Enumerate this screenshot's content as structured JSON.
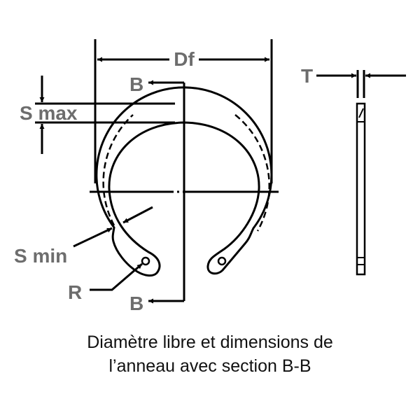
{
  "diagram": {
    "labels": {
      "df": "Df",
      "b_top": "B",
      "b_bottom": "B",
      "s_max": "S max",
      "s_min": "S min",
      "r": "R",
      "t": "T"
    },
    "caption": {
      "line1": "Diamètre libre et dimensions de",
      "line2": "l’anneau avec section B-B"
    },
    "colors": {
      "line": "#000000",
      "label": "#6d6d6d",
      "caption": "#111111",
      "background": "#ffffff"
    }
  }
}
